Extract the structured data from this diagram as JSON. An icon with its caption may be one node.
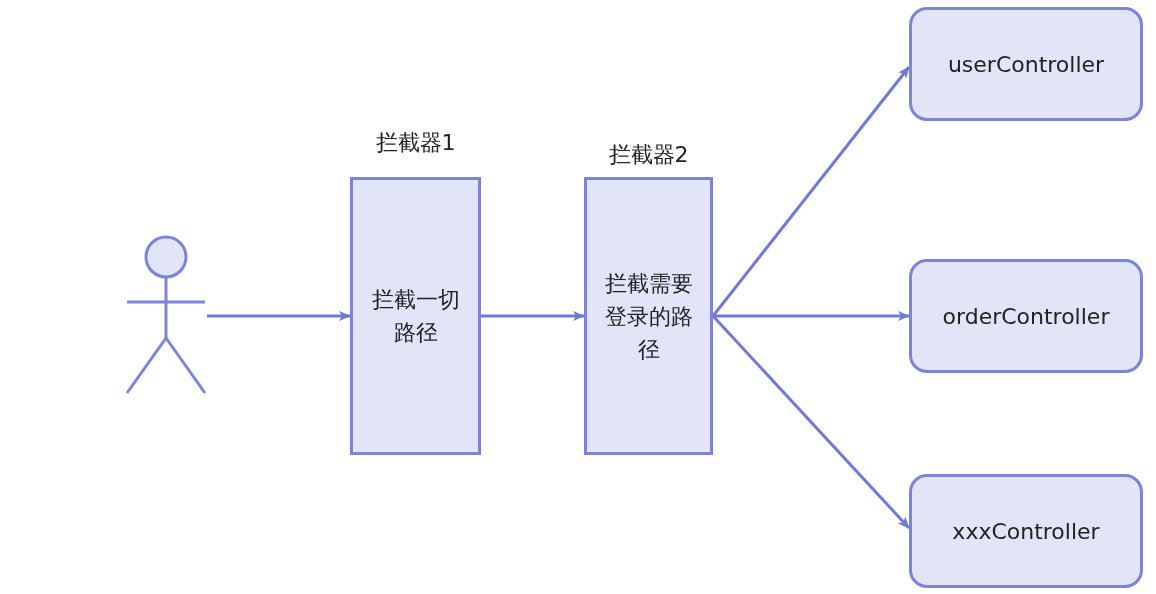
{
  "diagram": {
    "nodes": [
      {
        "text": [],
        "shape": "person"
      },
      {
        "text": [
          "拦截器1",
          "拦截一切路径"
        ]
      },
      {
        "text": [
          "拦截器2",
          "拦截需要登录的路径"
        ]
      },
      {
        "text": [
          "userController"
        ]
      },
      {
        "text": [
          "orderController"
        ]
      },
      {
        "text": [
          "xxxController"
        ]
      }
    ],
    "edges": [
      {
        "from": 0,
        "to": 1,
        "arrow": "to"
      },
      {
        "from": 1,
        "to": 2,
        "arrow": "to"
      },
      {
        "from": 2,
        "to": 3,
        "arrow": "to"
      },
      {
        "from": 2,
        "to": 4,
        "arrow": "to"
      },
      {
        "from": 2,
        "to": 5,
        "arrow": "to"
      }
    ]
  }
}
